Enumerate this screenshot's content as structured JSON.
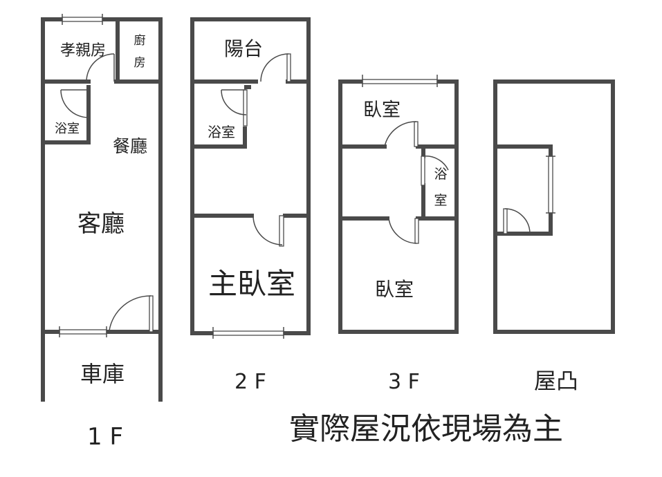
{
  "floor1": {
    "label": "1 F",
    "rooms": {
      "filial_room": "孝親房",
      "kitchen_line1": "廚",
      "kitchen_line2": "房",
      "bathroom": "浴室",
      "dining": "餐廳",
      "living": "客廳",
      "garage": "車庫"
    }
  },
  "floor2": {
    "label": "2 F",
    "rooms": {
      "balcony": "陽台",
      "bathroom": "浴室",
      "master_bedroom": "主臥室"
    }
  },
  "floor3": {
    "label": "3 F",
    "rooms": {
      "bedroom_front": "臥室",
      "bath_line1": "浴",
      "bath_line2": "室",
      "bedroom_back": "臥室"
    }
  },
  "roof": {
    "label": "屋凸"
  },
  "note": "實際屋況依現場為主"
}
